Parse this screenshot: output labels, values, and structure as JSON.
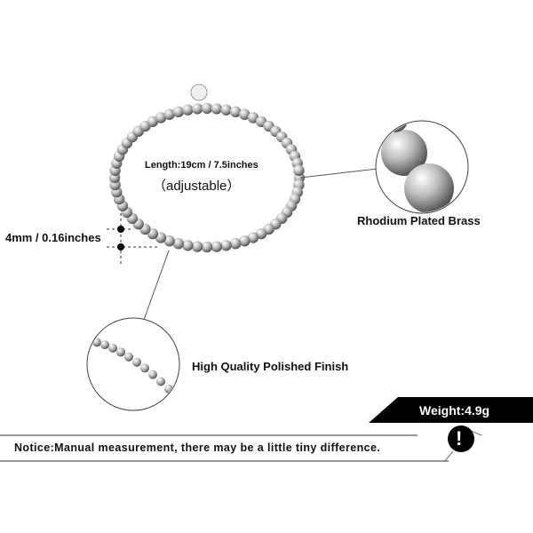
{
  "length_label": "Length:19cm / 7.5inches",
  "adjustable_label": "（adjustable）",
  "bead_size_label": "4mm / 0.16inches",
  "material_label": "Rhodium Plated Brass",
  "finish_label": "High Quality Polished Finish",
  "weight_label": "Weight:4.9g",
  "notice_label": "Notice:Manual measurement, there may be a little tiny difference.",
  "notice_icon_glyph": "!",
  "colors": {
    "bead": "#c9c9c9",
    "banner": "#000000"
  }
}
